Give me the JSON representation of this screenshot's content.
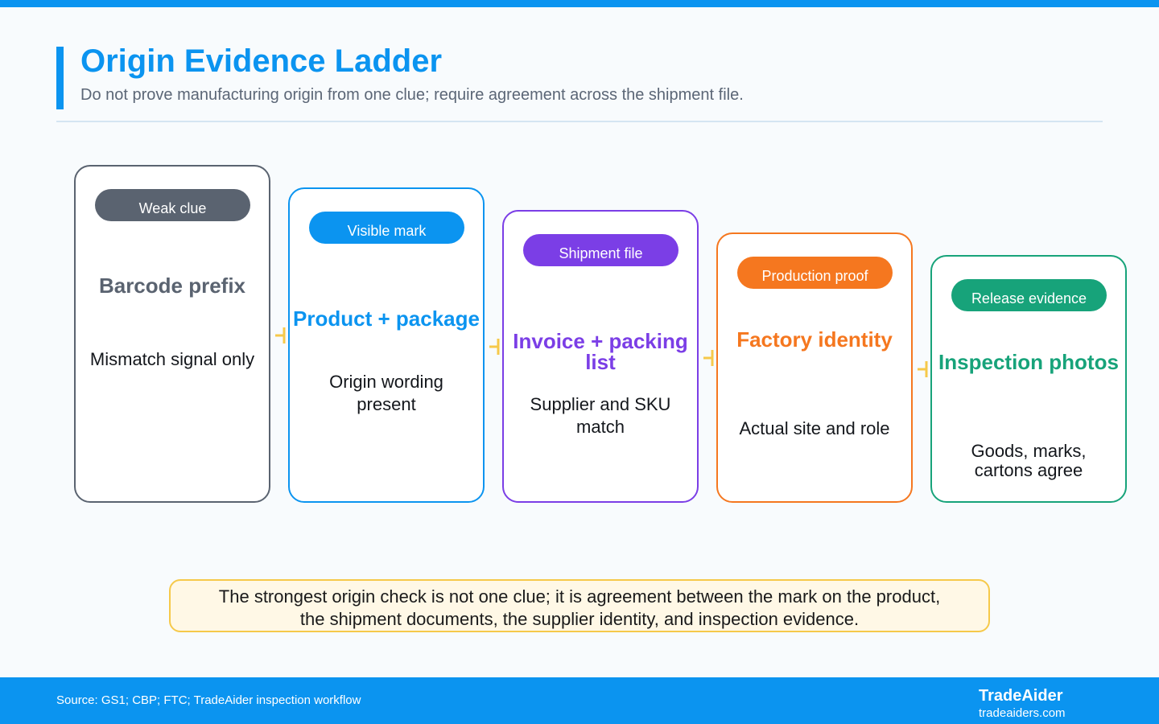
{
  "header": {
    "title": "Origin Evidence Ladder",
    "subtitle": "Do not prove manufacturing origin from one clue; require agreement across the shipment file."
  },
  "steps": [
    {
      "tag": "Weak clue",
      "title": "Barcode prefix",
      "description": "Mismatch signal only",
      "color": "#5a6370"
    },
    {
      "tag": "Visible mark",
      "title": "Product + package",
      "description": "Origin wording present",
      "color": "#0b94f0"
    },
    {
      "tag": "Shipment file",
      "title": "Invoice + packing list",
      "description": "Supplier and SKU match",
      "color": "#7b3ee6"
    },
    {
      "tag": "Production proof",
      "title": "Factory identity",
      "description": "Actual site and role",
      "color": "#f5771f"
    },
    {
      "tag": "Release evidence",
      "title": "Inspection photos",
      "description": "Goods, marks, cartons agree",
      "color": "#17a37a"
    }
  ],
  "connector_color": "#f6c94a",
  "takeaway": {
    "line1": "The strongest origin check is not one clue; it is agreement between the mark on the product,",
    "line2": "the shipment documents, the supplier identity, and inspection evidence."
  },
  "footer": {
    "source": "Source: GS1; CBP; FTC; TradeAider inspection workflow",
    "brand": "TradeAider",
    "url": "tradeaiders.com"
  }
}
